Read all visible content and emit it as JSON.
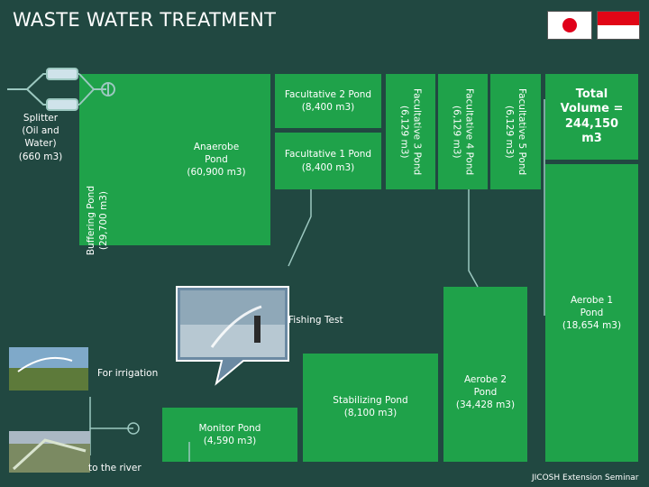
{
  "title": "WASTE WATER TREATMENT",
  "colors": {
    "background": "#214841",
    "pond": "#1fa24a",
    "line": "#9cc8c0"
  },
  "splitter": {
    "line1": "Splitter",
    "line2": "(Oil and",
    "line3": "Water)",
    "line4": "(660 m3)"
  },
  "buffering": {
    "name": "Buffering Pond",
    "volume": "(29,700 m3)"
  },
  "anaerobe": {
    "line1": "Anaerobe",
    "line2": "Pond",
    "volume": "(60,900 m3)"
  },
  "fac2": {
    "name": "Facultative 2 Pond",
    "volume": "(8,400 m3)"
  },
  "fac1": {
    "name": "Facultative 1 Pond",
    "volume": "(8,400 m3)"
  },
  "fac3": {
    "name": "Facultative 3 Pond",
    "volume": "(6,129 m3)"
  },
  "fac4": {
    "name": "Facultative 4 Pond",
    "volume": "(6,129 m3)"
  },
  "fac5": {
    "name": "Facultative 5 Pond",
    "volume": "(6,129 m3)"
  },
  "total": {
    "line1": "Total",
    "line2": "Volume =",
    "line3": "244,150",
    "line4": "m3"
  },
  "aerobe1": {
    "line1": "Aerobe 1",
    "line2": "Pond",
    "volume": "(18,654 m3)"
  },
  "aerobe2": {
    "line1": "Aerobe 2",
    "line2": "Pond",
    "volume": "(34,428 m3)"
  },
  "stabilizing": {
    "name": "Stabilizing Pond",
    "volume": "(8,100 m3)"
  },
  "monitor": {
    "name": "Monitor Pond",
    "volume": "(4,590 m3)"
  },
  "fishing_test": "Fishing Test",
  "irrigation": "For irrigation",
  "river": "to the river",
  "footer": "JICOSH Extension Seminar"
}
